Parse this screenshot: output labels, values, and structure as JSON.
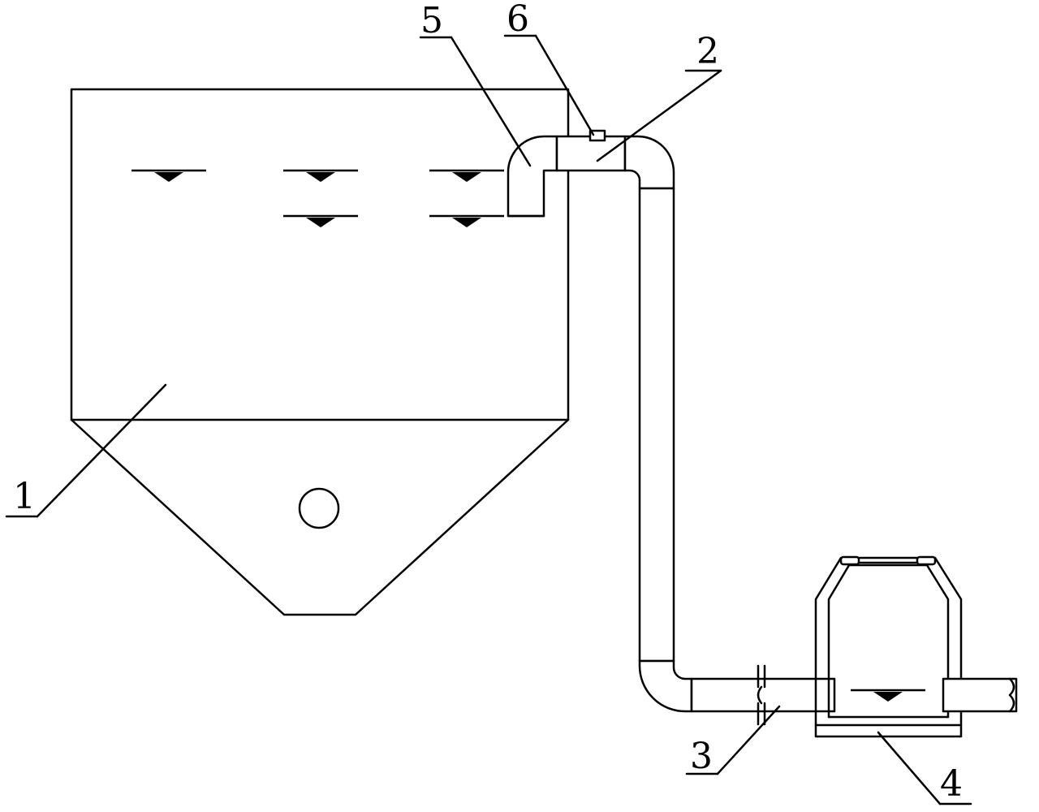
{
  "figure": {
    "labels": {
      "tank": "1",
      "siphon_outlet": "2",
      "drain_pipe": "3",
      "well": "4",
      "siphon_inlet": "5",
      "vent": "6"
    }
  }
}
